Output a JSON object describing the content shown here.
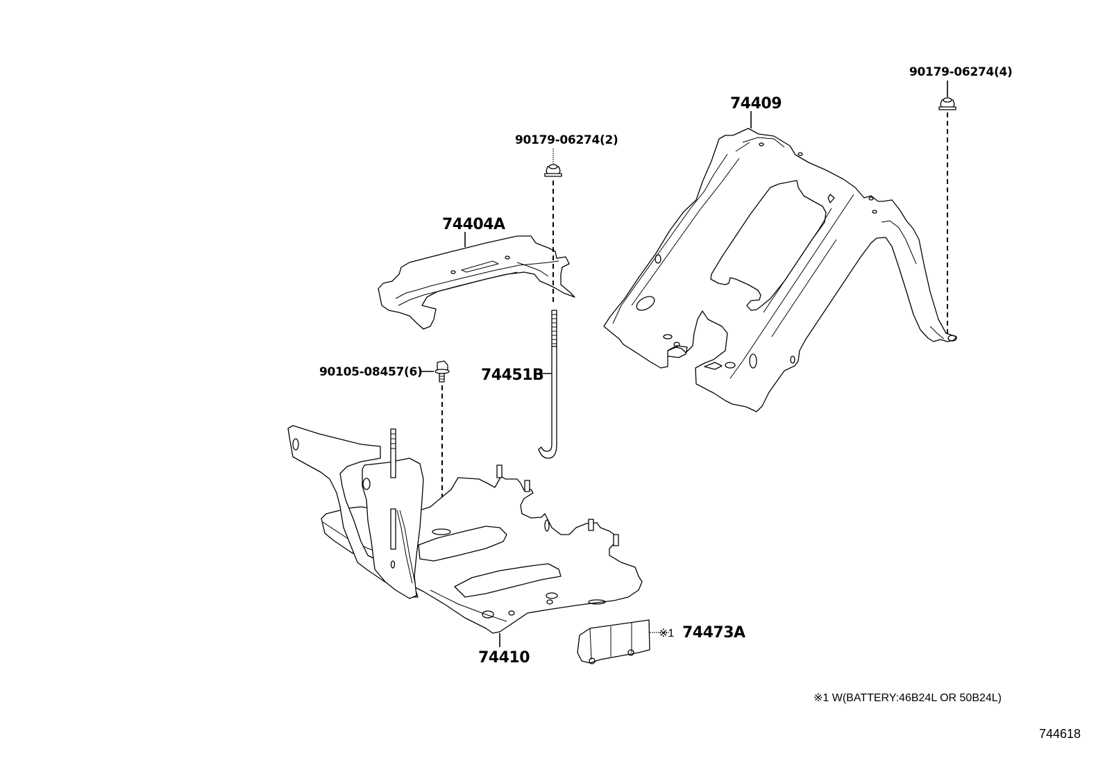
{
  "diagram": {
    "title_ref": "744618",
    "footnote": "※1 W(BATTERY:46B24L OR 50B24L)",
    "parts": [
      {
        "id": "74409",
        "label": "74409",
        "description": "battery carrier support (upper frame)"
      },
      {
        "id": "90179-06274-4",
        "label": "90179-06274(4)",
        "description": "nut"
      },
      {
        "id": "90179-06274-2",
        "label": "90179-06274(2)",
        "description": "nut"
      },
      {
        "id": "74404A",
        "label": "74404A",
        "description": "battery hold-down clamp"
      },
      {
        "id": "74451B",
        "label": "74451B",
        "description": "battery clamp bolt (J-hook rod)"
      },
      {
        "id": "90105-08457-6",
        "label": "90105-08457(6)",
        "description": "flange bolt"
      },
      {
        "id": "74410",
        "label": "74410",
        "description": "battery tray / carrier"
      },
      {
        "id": "74473A",
        "label": "74473A",
        "note_marker": "※1",
        "description": "battery spacer"
      }
    ]
  }
}
